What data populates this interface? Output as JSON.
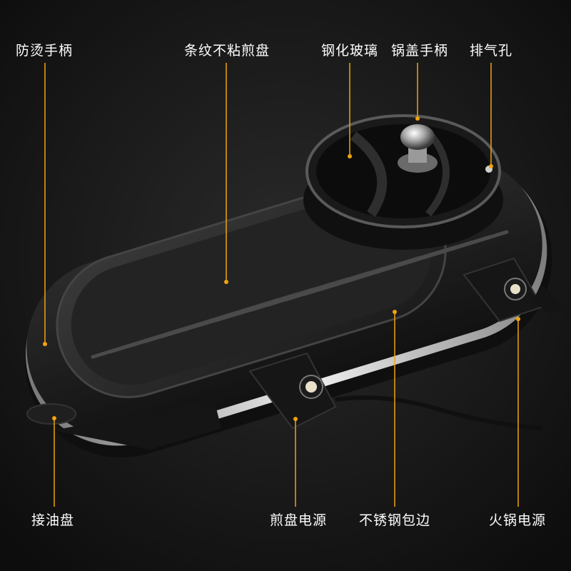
{
  "labels": {
    "handle": "防烫手柄",
    "grill_plate": "条纹不粘煎盘",
    "glass": "钢化玻璃",
    "lid_handle": "锅盖手柄",
    "vent": "排气孔",
    "oil_tray": "接油盘",
    "grill_power": "煎盘电源",
    "steel_trim": "不锈钢包边",
    "pot_power": "火锅电源"
  },
  "colors": {
    "background": "#121212",
    "leader_line": "#f2a30f",
    "body": "#1c1c1c",
    "trim": "#c9c9c9"
  }
}
